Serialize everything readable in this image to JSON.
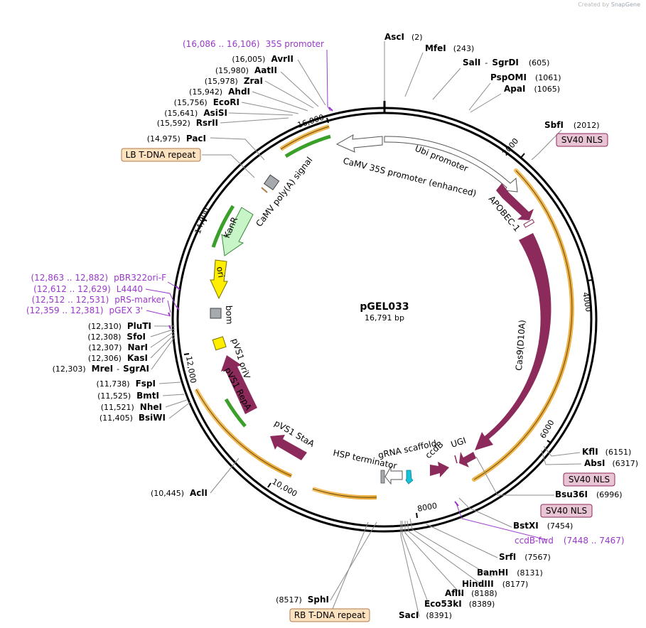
{
  "watermark": {
    "prefix": "Created by",
    "brand": "SnapGene"
  },
  "plasmid": {
    "name": "pGEL033",
    "length_label": "16,791 bp"
  },
  "ticks": [
    "2000",
    "4000",
    "6000",
    "8000",
    "10,000",
    "12,000",
    "14,000",
    "16,000"
  ],
  "sites_right": [
    {
      "name": "AscI",
      "pos": "(2)"
    },
    {
      "name": "MfeI",
      "pos": "(243)"
    },
    {
      "name": "SalI",
      "sep": "-",
      "name2": "SgrDI",
      "pos": "(605)"
    },
    {
      "name": "PspOMI",
      "pos": "(1061)"
    },
    {
      "name": "ApaI",
      "pos": "(1065)"
    },
    {
      "name": "SbfI",
      "pos": "(2012)"
    },
    {
      "name": "KflI",
      "pos": "(6151)"
    },
    {
      "name": "AbsI",
      "pos": "(6317)"
    },
    {
      "name": "Bsu36I",
      "pos": "(6996)"
    },
    {
      "name": "BstXI",
      "pos": "(7454)"
    },
    {
      "name": "SrfI",
      "pos": "(7567)"
    },
    {
      "name": "BamHI",
      "pos": "(8131)"
    },
    {
      "name": "HindIII",
      "pos": "(8177)"
    },
    {
      "name": "AflII",
      "pos": "(8188)"
    },
    {
      "name": "Eco53kI",
      "pos": "(8389)"
    },
    {
      "name": "SacI",
      "pos": "(8391)"
    }
  ],
  "sites_left": [
    {
      "name": "AvrII",
      "pos": "(16,005)"
    },
    {
      "name": "AatII",
      "pos": "(15,980)"
    },
    {
      "name": "ZraI",
      "pos": "(15,978)"
    },
    {
      "name": "AhdI",
      "pos": "(15,942)"
    },
    {
      "name": "EcoRI",
      "pos": "(15,756)"
    },
    {
      "name": "AsiSI",
      "pos": "(15,641)"
    },
    {
      "name": "RsrII",
      "pos": "(15,592)"
    },
    {
      "name": "PacI",
      "pos": "(14,975)"
    },
    {
      "name": "PluTI",
      "pos": "(12,310)"
    },
    {
      "name": "SfoI",
      "pos": "(12,308)"
    },
    {
      "name": "NarI",
      "pos": "(12,307)"
    },
    {
      "name": "KasI",
      "pos": "(12,306)"
    },
    {
      "name": "MreI",
      "sep": "-",
      "name2": "SgrAI",
      "pos": "(12,303)"
    },
    {
      "name": "FspI",
      "pos": "(11,738)"
    },
    {
      "name": "BmtI",
      "pos": "(11,525)"
    },
    {
      "name": "NheI",
      "pos": "(11,521)"
    },
    {
      "name": "BsiWI",
      "pos": "(11,405)"
    },
    {
      "name": "AclI",
      "pos": "(10,445)"
    },
    {
      "name": "SphI",
      "pos": "(8517)"
    }
  ],
  "primers": [
    {
      "name": "35S promoter",
      "range": "(16,086 .. 16,106)"
    },
    {
      "name": "pBR322ori-F",
      "range": "(12,863 .. 12,882)"
    },
    {
      "name": "L4440",
      "range": "(12,612 .. 12,629)"
    },
    {
      "name": "pRS-marker",
      "range": "(12,512 .. 12,531)"
    },
    {
      "name": "pGEX 3'",
      "range": "(12,359 .. 12,381)"
    },
    {
      "name": "ccdB-fwd",
      "range": "(7448 .. 7467)"
    }
  ],
  "boxes": [
    "SV40 NLS",
    "SV40 NLS",
    "SV40 NLS",
    "LB T-DNA repeat",
    "RB T-DNA repeat"
  ],
  "features": {
    "ubi_promoter": "Ubi promoter",
    "camv35s": "CaMV 35S promoter (enhanced)",
    "apobec": "APOBEC-1",
    "cas9": "Cas9(D10A)",
    "ugi": "UGI",
    "ccdb": "ccdB",
    "grna": "gRNA scaffold",
    "hsp": "HSP terminator",
    "stas": "pVS1 StaA",
    "repa": "pVS1 RepA",
    "oriv": "pVS1 oriV",
    "bom": "bom",
    "ori": "ori",
    "kanr": "KanR",
    "polya": "CaMV poly(A) signal"
  },
  "colors": {
    "maroon": "#8b2a5b",
    "orange": "#e8a93a",
    "green": "#3aa02a",
    "kanr": "#c8f5c8",
    "ori": "#ffee00",
    "grey": "#a6a9ae",
    "cyan": "#19c2d8",
    "box_pink": "#e8c4d4",
    "box_peach": "#fde2c0",
    "primer": "#9a39c9"
  }
}
